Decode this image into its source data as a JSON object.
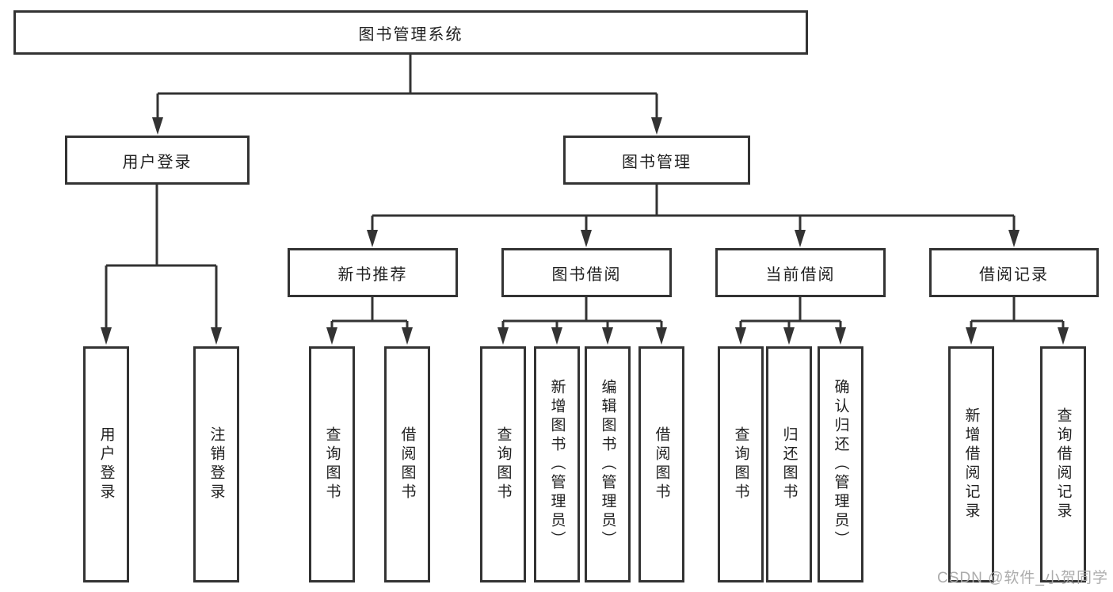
{
  "tree": {
    "root": "图书管理系统",
    "children": [
      {
        "label": "用户登录",
        "children": [
          {
            "label": "用户登录"
          },
          {
            "label": "注销登录"
          }
        ]
      },
      {
        "label": "图书管理",
        "children": [
          {
            "label": "新书推荐",
            "children": [
              {
                "label": "查询图书"
              },
              {
                "label": "借阅图书"
              }
            ]
          },
          {
            "label": "图书借阅",
            "children": [
              {
                "label": "查询图书"
              },
              {
                "label": "新增图书（管理员）"
              },
              {
                "label": "编辑图书（管理员）"
              },
              {
                "label": "借阅图书"
              }
            ]
          },
          {
            "label": "当前借阅",
            "children": [
              {
                "label": "查询图书"
              },
              {
                "label": "归还图书"
              },
              {
                "label": "确认归还（管理员）"
              }
            ]
          },
          {
            "label": "借阅记录",
            "children": [
              {
                "label": "新增借阅记录"
              },
              {
                "label": "查询借阅记录"
              }
            ]
          }
        ]
      }
    ]
  },
  "colors": {
    "line": "#333333",
    "border": "#333333",
    "text": "#1f1f1f",
    "watermark": "#a8a8a8"
  },
  "watermark": "CSDN @软件_小贺同学"
}
